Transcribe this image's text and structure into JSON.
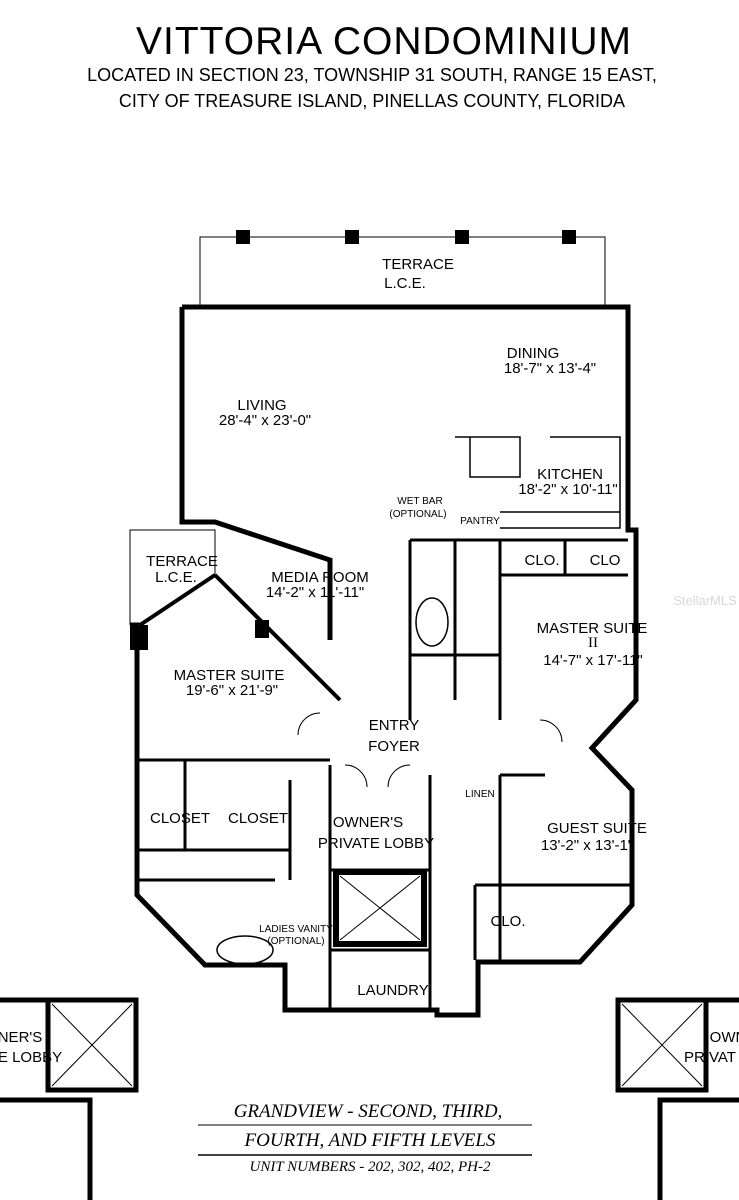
{
  "header": {
    "title": "VITTORIA  CONDOMINIUM",
    "subtitle_line1": "LOCATED IN SECTION 23, TOWNSHIP 31 SOUTH, RANGE 15 EAST,",
    "subtitle_line2": "CITY OF TREASURE ISLAND, PINELLAS COUNTY, FLORIDA"
  },
  "rooms": {
    "terrace_top": {
      "name": "TERRACE",
      "note": "L.C.E."
    },
    "dining": {
      "name": "DINING",
      "size": "18'-7\" x 13'-4\""
    },
    "living": {
      "name": "LIVING",
      "size": "28'-4\" x 23'-0\""
    },
    "kitchen": {
      "name": "KITCHEN",
      "size": "18'-2\" x 10'-11\""
    },
    "wet_bar": {
      "name": "WET BAR",
      "note": "(OPTIONAL)"
    },
    "pantry": {
      "name": "PANTRY"
    },
    "clo_1": {
      "name": "CLO."
    },
    "clo_2": {
      "name": "CLO"
    },
    "terrace_side": {
      "name": "TERRACE",
      "note": "L.C.E."
    },
    "media_room": {
      "name": "MEDIA ROOM",
      "size": "14'-2\" x 11'-11\""
    },
    "master_suite_2": {
      "name": "MASTER SUITE",
      "numeral": "II",
      "size": "14'-7\" x 17'-11\""
    },
    "master_suite": {
      "name": "MASTER SUITE",
      "size": "19'-6\" x 21'-9\""
    },
    "entry_foyer": {
      "name": "ENTRY",
      "name2": "FOYER"
    },
    "linen": {
      "name": "LINEN"
    },
    "closet_1": {
      "name": "CLOSET"
    },
    "closet_2": {
      "name": "CLOSET"
    },
    "owners_lobby": {
      "name": "OWNER'S",
      "name2": "PRIVATE LOBBY"
    },
    "guest_suite": {
      "name": "GUEST SUITE",
      "size": "13'-2\" x 13'-1\""
    },
    "clo_guest": {
      "name": "CLO."
    },
    "ladies_vanity": {
      "name": "LADIES VANITY",
      "note": "(OPTIONAL)"
    },
    "laundry": {
      "name": "LAUNDRY"
    },
    "neighbor_left": {
      "line1": "NER'S",
      "line2": "E LOBBY"
    },
    "neighbor_right": {
      "line1": "OWN",
      "line2": "PRIVAT"
    }
  },
  "footer": {
    "line1": "GRANDVIEW - SECOND, THIRD,",
    "line2": "FOURTH, AND FIFTH LEVELS",
    "line3": "UNIT NUMBERS - 202, 302, 402, PH-2"
  },
  "watermark": "StellarMLS",
  "colors": {
    "ink": "#000000",
    "paper": "#ffffff",
    "watermark": "#d8d8d8"
  }
}
